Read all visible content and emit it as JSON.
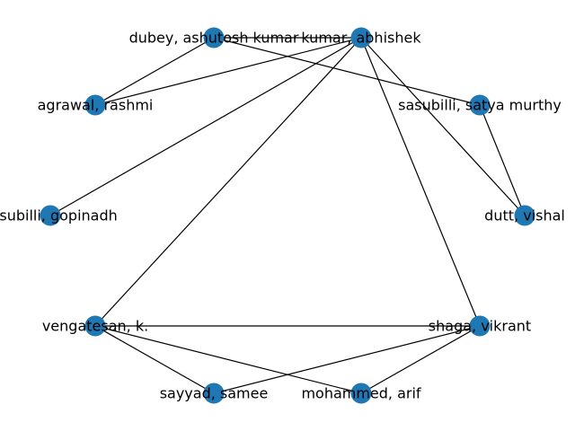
{
  "graph": {
    "node_color": "#1f77b4",
    "edge_color": "#000000",
    "nodes": [
      {
        "id": "kumar",
        "label": "kumar, abhishek"
      },
      {
        "id": "dubey",
        "label": "dubey, ashutosh kumar"
      },
      {
        "id": "agrawal",
        "label": "agrawal, rashmi"
      },
      {
        "id": "gopinadh",
        "label": "sasubilli, gopinadh"
      },
      {
        "id": "vengatesan",
        "label": "vengatesan, k."
      },
      {
        "id": "sayyad",
        "label": "sayyad, samee"
      },
      {
        "id": "mohammed",
        "label": "mohammed, arif"
      },
      {
        "id": "shaga",
        "label": "shaga, vikrant"
      },
      {
        "id": "dutt",
        "label": "dutt, vishal"
      },
      {
        "id": "satya",
        "label": "sasubilli, satya murthy"
      }
    ],
    "edges": [
      [
        "dubey",
        "kumar"
      ],
      [
        "dubey",
        "agrawal"
      ],
      [
        "dubey",
        "satya"
      ],
      [
        "kumar",
        "agrawal"
      ],
      [
        "kumar",
        "gopinadh"
      ],
      [
        "kumar",
        "vengatesan"
      ],
      [
        "kumar",
        "shaga"
      ],
      [
        "kumar",
        "dutt"
      ],
      [
        "satya",
        "dutt"
      ],
      [
        "vengatesan",
        "shaga"
      ],
      [
        "vengatesan",
        "sayyad"
      ],
      [
        "vengatesan",
        "mohammed"
      ],
      [
        "shaga",
        "sayyad"
      ],
      [
        "shaga",
        "mohammed"
      ]
    ]
  }
}
